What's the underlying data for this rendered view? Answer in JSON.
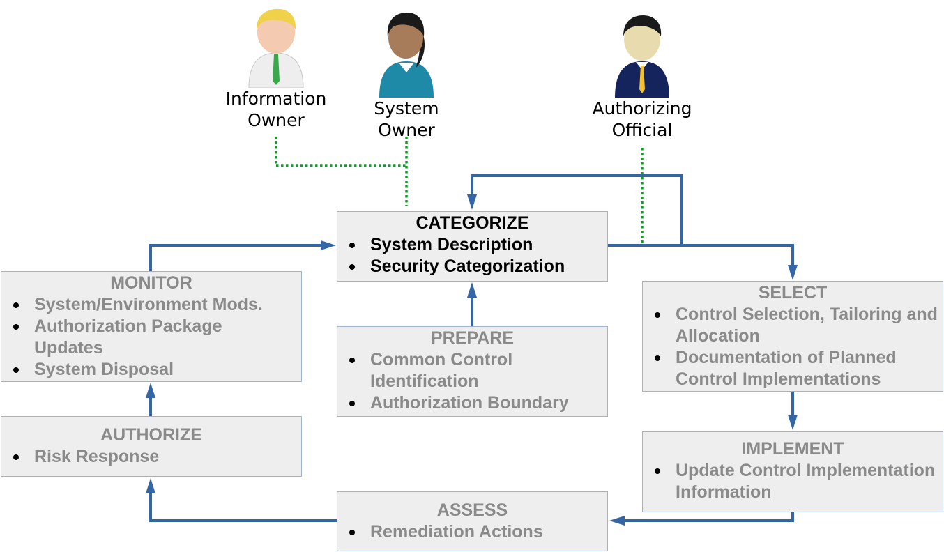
{
  "roles": [
    {
      "id": "information-owner",
      "lines": [
        "Information",
        "Owner"
      ],
      "skin": "#f4cbb0",
      "hair": "#f0d24a",
      "shirt": "#eeeeee",
      "tie": "#3aa84a"
    },
    {
      "id": "system-owner",
      "lines": [
        "System",
        "Owner"
      ],
      "skin": "#a67c5b",
      "hair": "#1a1a1a",
      "shirt": "#1f8aa8",
      "tie": ""
    },
    {
      "id": "authorizing-official",
      "lines": [
        "Authorizing",
        "Official"
      ],
      "skin": "#e8dcae",
      "hair": "#1a1a1a",
      "shirt": "#15245c",
      "tie": "#f1c232"
    }
  ],
  "steps": {
    "categorize": {
      "title": "CATEGORIZE",
      "items": [
        "System Description",
        "Security Categorization"
      ]
    },
    "prepare": {
      "title": "PREPARE",
      "items": [
        "Common Control Identification",
        "Authorization Boundary"
      ]
    },
    "monitor": {
      "title": "MONITOR",
      "items": [
        "System/Environment Mods.",
        "Authorization Package Updates",
        "System Disposal"
      ]
    },
    "authorize": {
      "title": "AUTHORIZE",
      "items": [
        "Risk Response"
      ]
    },
    "select": {
      "title": "SELECT",
      "items": [
        "Control Selection, Tailoring and Allocation",
        "Documentation of Planned Control Implementations"
      ]
    },
    "implement": {
      "title": "IMPLEMENT",
      "items": [
        "Update Control Implementation Information"
      ]
    },
    "assess": {
      "title": "ASSESS",
      "items": [
        "Remediation Actions"
      ]
    }
  },
  "colors": {
    "flow": "#3465a4",
    "responsibility": "#109e2a",
    "active_text": "#000000",
    "inactive_text": "#8a8a8a"
  }
}
